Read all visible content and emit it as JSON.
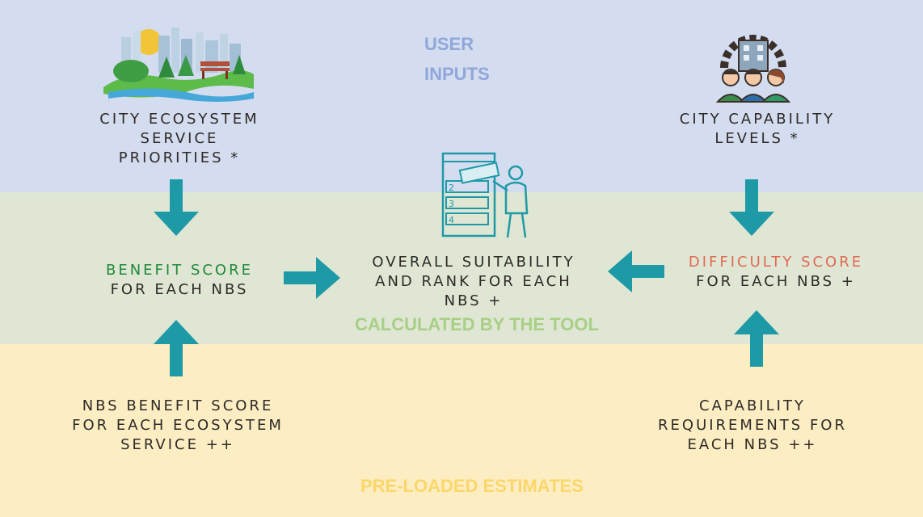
{
  "zones": {
    "user_inputs": [
      "USER",
      "INPUTS"
    ],
    "calculated": "CALCULATED BY THE TOOL",
    "preloaded": "PRE-LOADED ESTIMATES"
  },
  "nodes": {
    "city_ecosystem": [
      "CITY ECOSYSTEM",
      "SERVICE",
      "PRIORITIES *"
    ],
    "city_capability": [
      "CITY CAPABILITY",
      "LEVELS *"
    ],
    "benefit_score": {
      "accent": "BENEFIT SCORE",
      "rest": "FOR EACH NBS"
    },
    "overall": [
      "OVERALL SUITABILITY",
      "AND RANK FOR EACH",
      "NBS +"
    ],
    "difficulty_score": {
      "accent": "DIFFICULTY SCORE",
      "rest": "FOR EACH NBS +"
    },
    "nbs_benefit": [
      "NBS BENEFIT SCORE",
      "FOR EACH ECOSYSTEM",
      "SERVICE ++"
    ],
    "capability_requirements": [
      "CAPABILITY",
      "REQUIREMENTS FOR",
      "EACH NBS ++"
    ]
  },
  "icons": {
    "city_landscape": "city-park-icon",
    "ranking": "ranking-board-icon",
    "team": "team-gear-icon"
  },
  "colors": {
    "arrow": "#1e9aa6",
    "top_band": "#d4dcf0",
    "middle_band": "#dfe6d4",
    "bottom_band": "#fcedc3",
    "benefit_accent": "#1f8a3a",
    "difficulty_accent": "#e06a55"
  }
}
